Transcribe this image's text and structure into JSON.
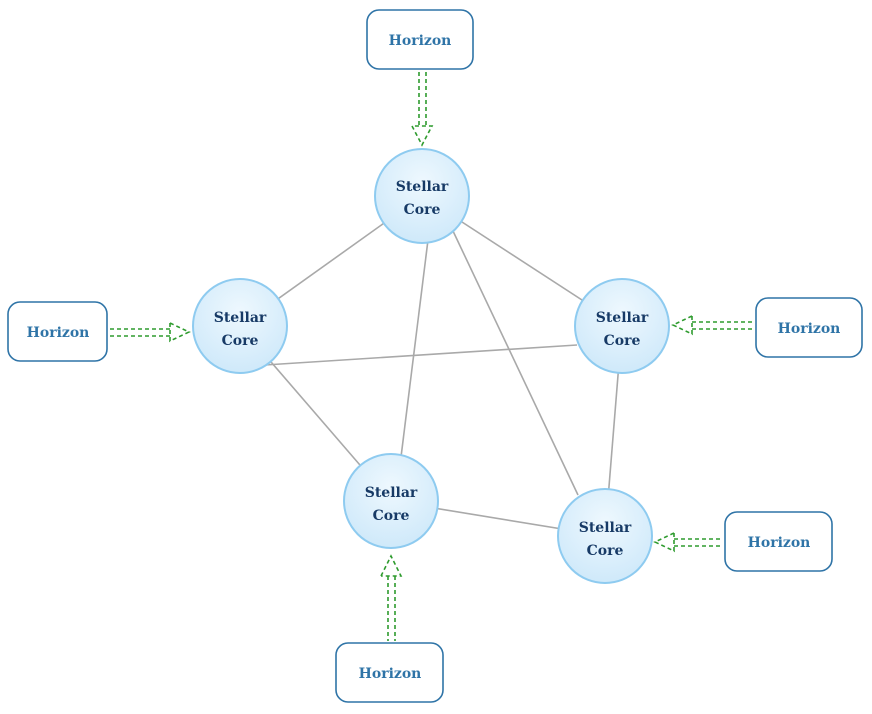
{
  "diagram": {
    "core_label_line1": "Stellar",
    "core_label_line2": "Core",
    "horizon_label": "Horizon",
    "colors": {
      "core_fill_light": "#eef8fe",
      "core_fill_dark": "#cfe9fa",
      "core_stroke": "#8ecbf0",
      "core_text": "#173a66",
      "horizon_stroke": "#2f74a7",
      "horizon_text": "#2f74a7",
      "connection_line": "#a9a9a9",
      "arrow": "#2e9b2e"
    },
    "cores": [
      {
        "id": "top"
      },
      {
        "id": "left"
      },
      {
        "id": "right"
      },
      {
        "id": "bottom-middle"
      },
      {
        "id": "bottom-right"
      }
    ],
    "horizons": [
      {
        "id": "top",
        "connects_to": "top"
      },
      {
        "id": "left",
        "connects_to": "left"
      },
      {
        "id": "right",
        "connects_to": "right"
      },
      {
        "id": "bottom-right",
        "connects_to": "bottom-right"
      },
      {
        "id": "bottom",
        "connects_to": "bottom-middle"
      }
    ],
    "connections": [
      [
        "top",
        "left"
      ],
      [
        "top",
        "right"
      ],
      [
        "top",
        "bottom-middle"
      ],
      [
        "top",
        "bottom-right"
      ],
      [
        "left",
        "right"
      ],
      [
        "left",
        "bottom-middle"
      ],
      [
        "right",
        "bottom-right"
      ],
      [
        "bottom-middle",
        "bottom-right"
      ]
    ]
  }
}
